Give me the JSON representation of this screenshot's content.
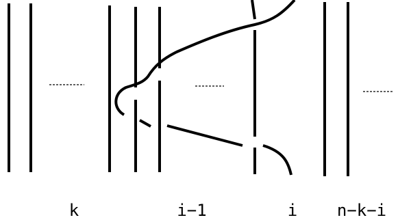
{
  "labels": {
    "k": "k",
    "i_minus_1": "i−1",
    "i": "i",
    "n_minus_k_minus_i": "n−k−i"
  },
  "colors": {
    "ink": "#000000",
    "background": "#ffffff"
  }
}
